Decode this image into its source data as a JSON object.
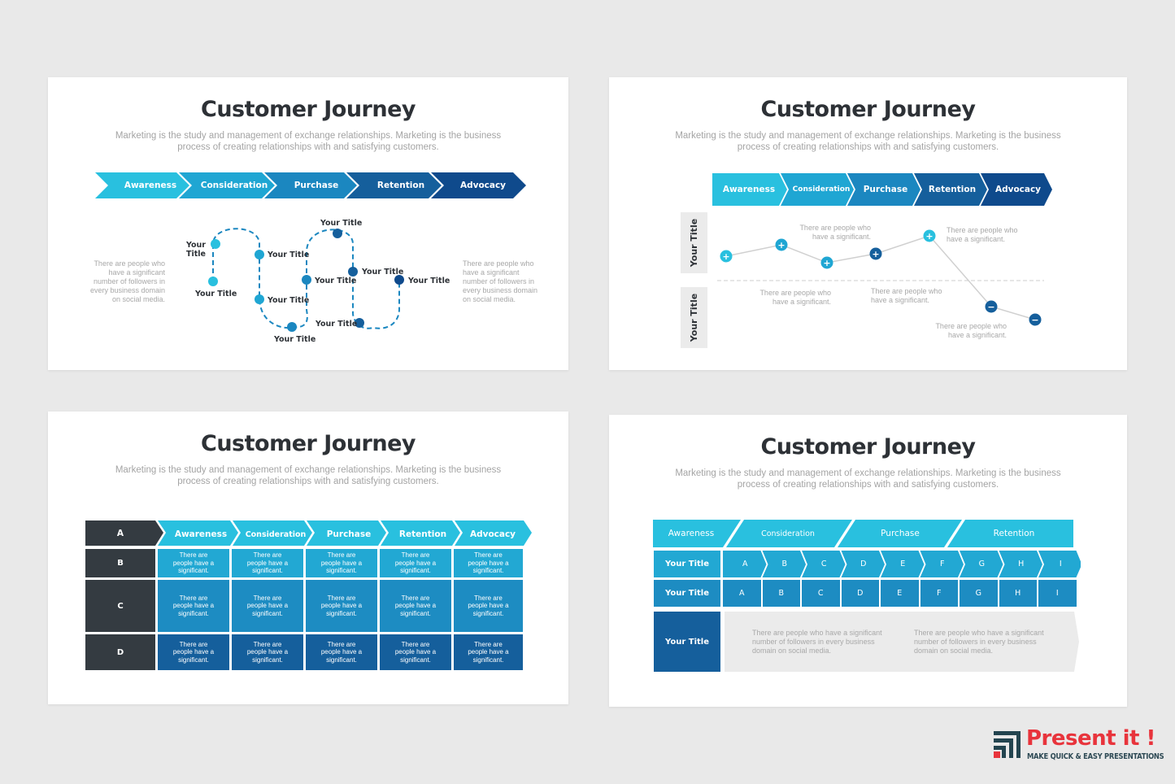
{
  "colors": {
    "stage1": "#29c0df",
    "stage2": "#1fa6d3",
    "stage3": "#1b87c0",
    "stage4": "#155f9c",
    "stage5": "#0f4a8c",
    "dark_row": "#343b41",
    "gray_band": "#ebebeb",
    "background": "#e9e9e9",
    "logo_red": "#e8343c",
    "logo_dark": "#23444f"
  },
  "common": {
    "title": "Customer Journey",
    "subtitle_line1": "Marketing is the study and management of exchange relationships. Marketing is the business",
    "subtitle_line2": "process of creating relationships with and satisfying customers."
  },
  "slide1": {
    "stages": [
      "Awareness",
      "Consideration",
      "Purchase",
      "Retention",
      "Advocacy"
    ],
    "left_note": [
      "There are people who",
      "have a significant",
      "number of followers in",
      "every business domain",
      "on social media."
    ],
    "right_note": [
      "There are people who",
      "have a significant",
      "number of followers in",
      "every business domain",
      "on social media."
    ],
    "points": [
      {
        "label": "Your Title"
      },
      {
        "label": "Your Title"
      },
      {
        "label": "Your Title"
      },
      {
        "label": "Your Title"
      },
      {
        "label": "Your Title"
      },
      {
        "label": "Your Title"
      },
      {
        "label": "Your Title"
      },
      {
        "label": "Your Title"
      },
      {
        "label": "Your Title"
      },
      {
        "label": "Your Title"
      }
    ]
  },
  "slide2": {
    "stages": [
      "Awareness",
      "Consideration",
      "Purchase",
      "Retention",
      "Advocacy"
    ],
    "row_labels": [
      "Your Title",
      "Your Title"
    ],
    "markers": [
      {
        "symbol": "+",
        "sentiment": "positive"
      },
      {
        "symbol": "+",
        "sentiment": "positive"
      },
      {
        "symbol": "+",
        "sentiment": "positive"
      },
      {
        "symbol": "+",
        "sentiment": "positive"
      },
      {
        "symbol": "+",
        "sentiment": "positive"
      },
      {
        "symbol": "−",
        "sentiment": "negative"
      },
      {
        "symbol": "−",
        "sentiment": "negative"
      }
    ],
    "notes": [
      [
        "There are people who",
        "have a significant."
      ],
      [
        "There are people who",
        "have a significant."
      ],
      [
        "There are people who",
        "have a significant."
      ],
      [
        "There are people who",
        "have a significant."
      ],
      [
        "There are people who",
        "have a significant."
      ]
    ]
  },
  "slide3": {
    "corner": "A",
    "stages": [
      "Awareness",
      "Consideration",
      "Purchase",
      "Retention",
      "Advocacy"
    ],
    "rows": [
      {
        "label": "B",
        "cells": [
          "There are people have a significant.",
          "There are people have a significant.",
          "There are people have a significant.",
          "There are people have a significant.",
          "There are people have a significant."
        ]
      },
      {
        "label": "C",
        "cells": [
          "There are people have a significant.",
          "There are people have a significant.",
          "There are people have a significant.",
          "There are people have a significant.",
          "There are people have a significant."
        ]
      },
      {
        "label": "D",
        "cells": [
          "There are people have a significant.",
          "There are people have a significant.",
          "There are people have a significant.",
          "There are people have a significant.",
          "There are people have a significant."
        ]
      }
    ]
  },
  "slide4": {
    "stages": [
      "Awareness",
      "Consideration",
      "Purchase",
      "Retention"
    ],
    "row1": {
      "label": "Your Title",
      "steps": [
        "A",
        "B",
        "C",
        "D",
        "E",
        "F",
        "G",
        "H",
        "I"
      ]
    },
    "row2": {
      "label": "Your Title",
      "steps": [
        "A",
        "B",
        "C",
        "D",
        "E",
        "F",
        "G",
        "H",
        "I"
      ]
    },
    "row3": {
      "label": "Your Title",
      "notes": [
        [
          "There are people who have a significant",
          "number of followers in every business",
          "domain on social media."
        ],
        [
          "There are people who have a significant",
          "number of followers in every business",
          "domain on social media."
        ]
      ]
    }
  },
  "logo": {
    "brand": "Present it !",
    "tagline": "MAKE QUICK & EASY PRESENTATIONS"
  }
}
